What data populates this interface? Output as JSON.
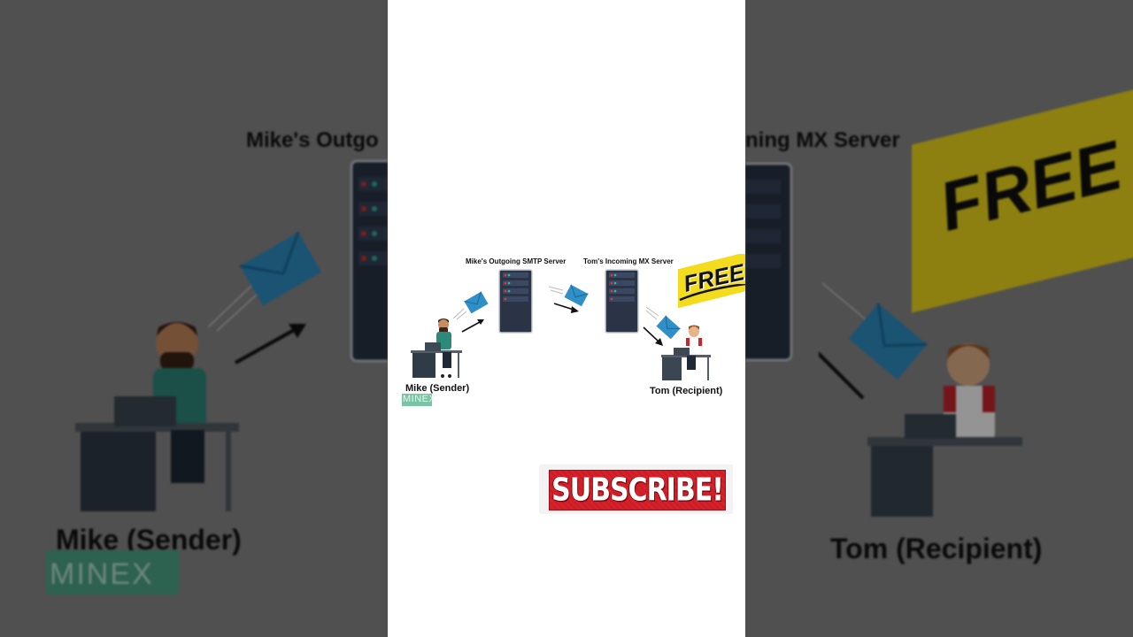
{
  "diagram": {
    "sender_label": "Mike (Sender)",
    "recipient_label": "Tom (Recipient)",
    "outgoing_server_label": "Mike's Outgoing SMTP Server",
    "incoming_server_label": "Tom's Incoming MX Server",
    "bg_left_title": "Mike's Outgo",
    "bg_right_title": "ning MX Server"
  },
  "badge": {
    "text": "FREE"
  },
  "logo": {
    "text": "MINEX"
  },
  "subscribe": {
    "label": "SUBSCRIBE!"
  },
  "colors": {
    "envelope": "#2f8fc6",
    "server": "#2a3446",
    "badge_yellow": "#f3dc1e",
    "subscribe_red": "#d8202a"
  }
}
